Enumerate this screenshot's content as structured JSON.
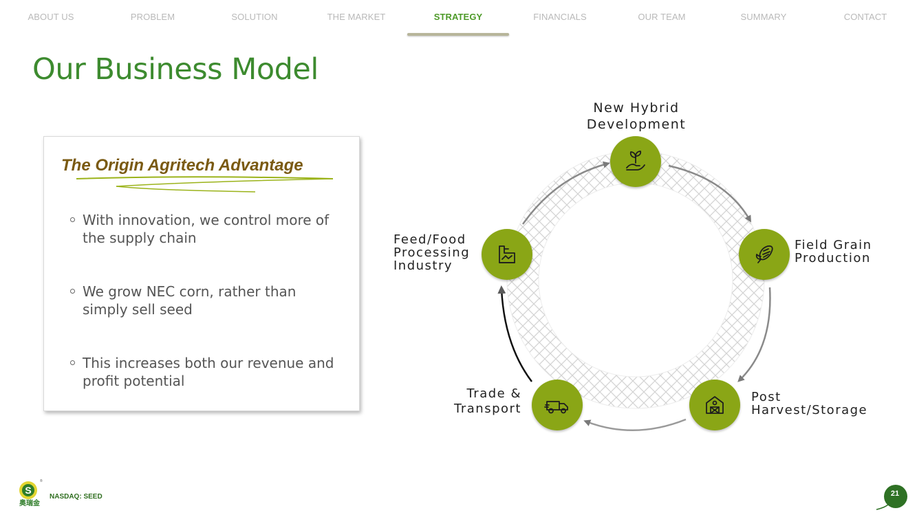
{
  "nav": {
    "items": [
      {
        "label": "ABOUT US"
      },
      {
        "label": "PROBLEM"
      },
      {
        "label": "SOLUTION"
      },
      {
        "label": "THE MARKET"
      },
      {
        "label": "STRATEGY"
      },
      {
        "label": "FINANCIALS"
      },
      {
        "label": "OUR TEAM"
      },
      {
        "label": "SUMMARY"
      },
      {
        "label": "CONTACT"
      }
    ],
    "active": "STRATEGY"
  },
  "page_title": "Our Business Model",
  "advantage": {
    "heading": "The Origin Agritech Advantage",
    "bullets": [
      "With innovation, we control more of the supply chain",
      "We grow NEC corn, rather than simply sell seed",
      "This increases both our revenue and profit potential"
    ]
  },
  "cycle": {
    "nodes": [
      {
        "label": "New Hybrid\nDevelopment",
        "icon": "seedling-hand-icon"
      },
      {
        "label": "Field Grain\nProduction",
        "icon": "corn-icon"
      },
      {
        "label": "Post\nHarvest/Storage",
        "icon": "barn-icon"
      },
      {
        "label": "Trade &\nTransport",
        "icon": "truck-icon"
      },
      {
        "label": "Feed/Food\nProcessing\nIndustry",
        "icon": "factory-icon"
      }
    ]
  },
  "colors": {
    "accent_green": "#8aa616",
    "title_green": "#3d8b2f",
    "heading_brown": "#7a5a12"
  },
  "footer": {
    "logo_text": "奥瑞金",
    "ticker": "NASDAQ: SEED",
    "page_number": "21"
  }
}
